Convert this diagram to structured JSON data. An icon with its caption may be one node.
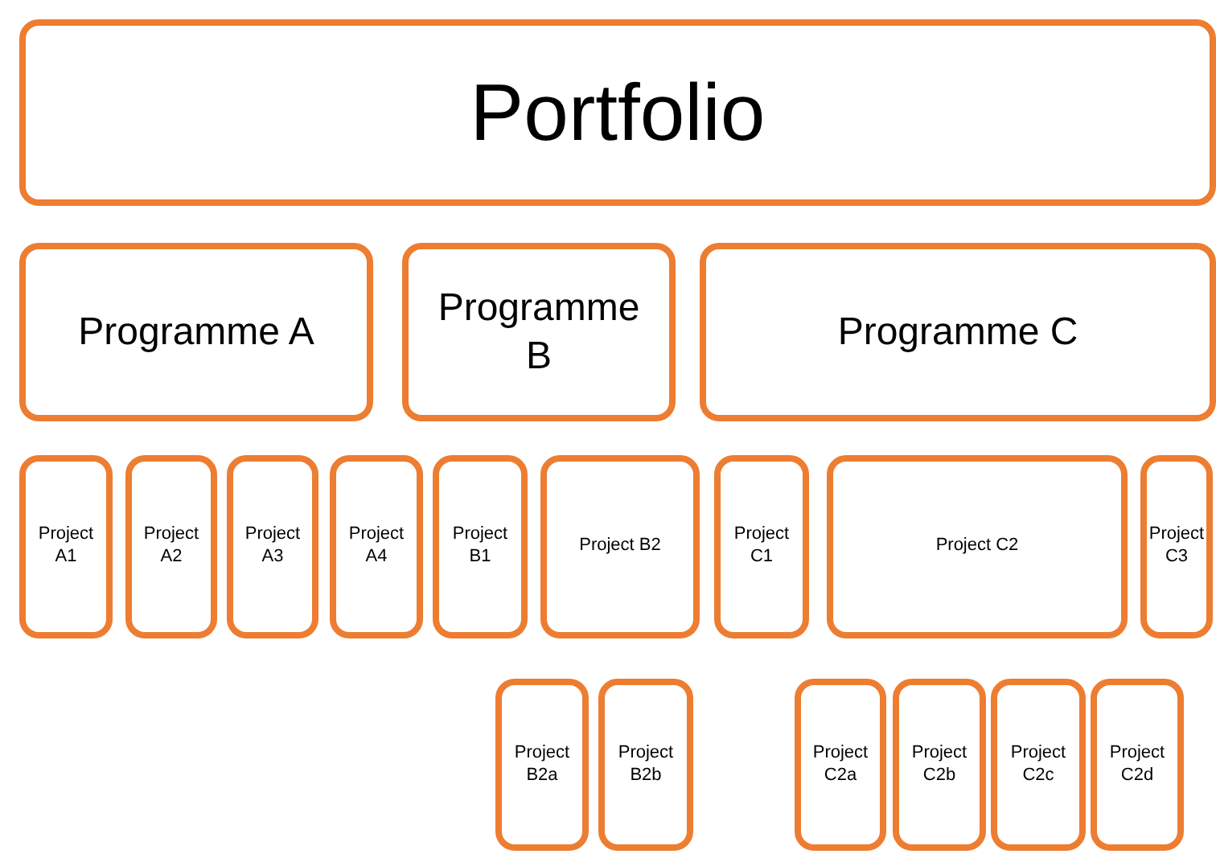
{
  "diagram": {
    "nodes": [
      {
        "text": [
          "Portfolio"
        ]
      },
      {
        "text": [
          "Programme A"
        ]
      },
      {
        "text": [
          "Programme B"
        ]
      },
      {
        "text": [
          "Programme C"
        ]
      },
      {
        "text": [
          "Project A1"
        ]
      },
      {
        "text": [
          "Project A2"
        ]
      },
      {
        "text": [
          "Project A3"
        ]
      },
      {
        "text": [
          "Project A4"
        ]
      },
      {
        "text": [
          "Project B1"
        ]
      },
      {
        "text": [
          "Project B2"
        ]
      },
      {
        "text": [
          "Project C1"
        ]
      },
      {
        "text": [
          "Project C2"
        ]
      },
      {
        "text": [
          "Project C3"
        ]
      },
      {
        "text": [
          "Project B2a"
        ]
      },
      {
        "text": [
          "Project B2b"
        ]
      },
      {
        "text": [
          "Project C2a"
        ]
      },
      {
        "text": [
          "Project C2b"
        ]
      },
      {
        "text": [
          "Project C2c"
        ]
      },
      {
        "text": [
          "Project C2d"
        ]
      }
    ]
  }
}
